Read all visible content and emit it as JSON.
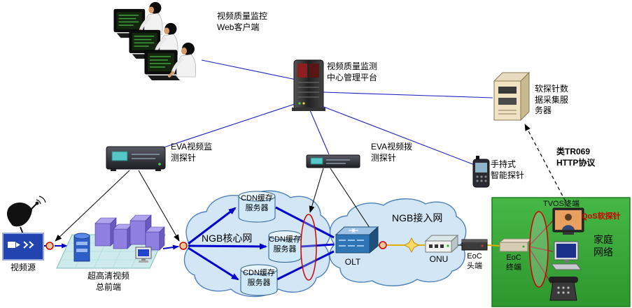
{
  "labels": {
    "web_client": "视频质量监控\nWeb客户端",
    "platform": "视频质量监测\n中心管理平台",
    "collector": "软探针数\n据采集服\n务器",
    "eva_monitor": "EVA视频监\n测探针",
    "eva_dial": "EVA视频拨\n测探针",
    "handheld": "手持式\n智能探针",
    "tr069": "类TR069\nHTTP协议",
    "video_source": "视频源",
    "headend": "超高清视频\n总前端",
    "core_cloud": "NGB核心网",
    "access_cloud": "NGB接入网",
    "cdn1": "CDN缓存\n服务器",
    "cdn2": "CDN缓存\n服务器",
    "cdn3": "CDN缓存\n服务器",
    "olt": "OLT",
    "onu": "ONU",
    "eoc_head": "EoC\n头端",
    "eoc_terminal": "EoC\n终端",
    "tvos": "TVOS终端",
    "qos_probe": "QoS软探针",
    "home_network": "家庭\n网络"
  },
  "colors": {
    "cloud_fill": "#d2e6f5",
    "cloud_stroke": "#4f81bd",
    "home_green": "#3aa83a",
    "mgmt_line_blue": "#2020c0",
    "backbone_blue": "#0000cc",
    "fiber_yellow": "#e0b000",
    "probe_red": "#cc0000",
    "home_wire_maroon": "#993333",
    "qos_text_red": "#d00000"
  }
}
